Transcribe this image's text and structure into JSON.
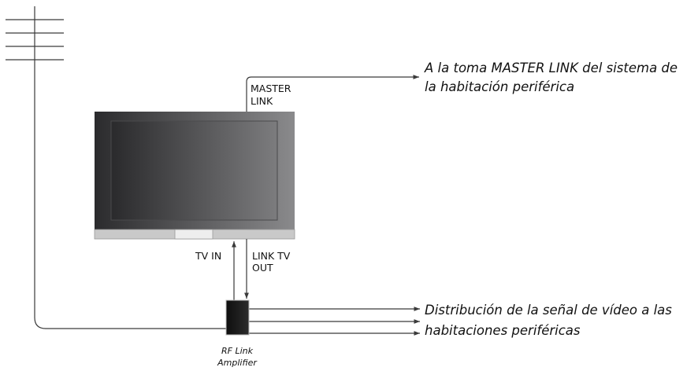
{
  "labels": {
    "master_link_line1": "MASTER",
    "master_link_line2": "LINK",
    "tv_in": "TV IN",
    "link_tv_out_line1": "LINK TV",
    "link_tv_out_line2": "OUT",
    "amplifier_line1": "RF Link",
    "amplifier_line2": "Amplifier"
  },
  "captions": {
    "master_link_line1": "A la toma MASTER LINK del sistema de",
    "master_link_line2": "la habitación periférica",
    "distribution_line1": "Distribución de la señal de vídeo a las",
    "distribution_line2": "habitaciones periféricas"
  },
  "colors": {
    "line": "#3a3a3a",
    "tv_frame_dark": "#2b2b2d",
    "tv_frame_light": "#8a8a8c",
    "tv_screen_dark": "#2a2a2c",
    "tv_screen_light": "#7c7c7e",
    "tv_base": "#c9c9c9",
    "amplifier": "#1a1a1a"
  },
  "icons": {
    "antenna": "antenna-icon",
    "television": "television-icon",
    "amplifier": "amplifier-box-icon"
  }
}
